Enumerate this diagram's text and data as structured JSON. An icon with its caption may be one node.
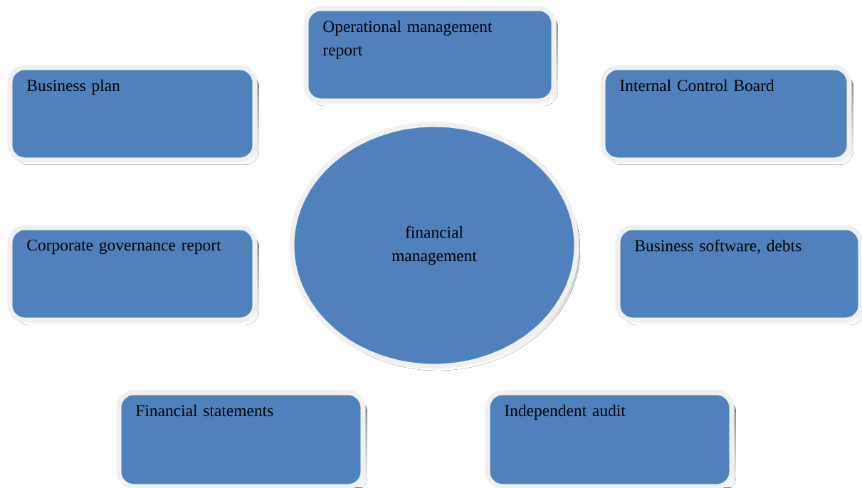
{
  "diagram": {
    "nodes": [
      {
        "text": [
          "Operational management report"
        ]
      },
      {
        "text": [
          "Business plan"
        ]
      },
      {
        "text": [
          "Internal Control Board"
        ]
      },
      {
        "text": [
          "Corporate governance report"
        ]
      },
      {
        "text": [
          "financial management"
        ]
      },
      {
        "text": [
          "Business software, debts"
        ]
      },
      {
        "text": [
          "Financial statements"
        ]
      },
      {
        "text": [
          "Independent audit"
        ]
      }
    ]
  }
}
